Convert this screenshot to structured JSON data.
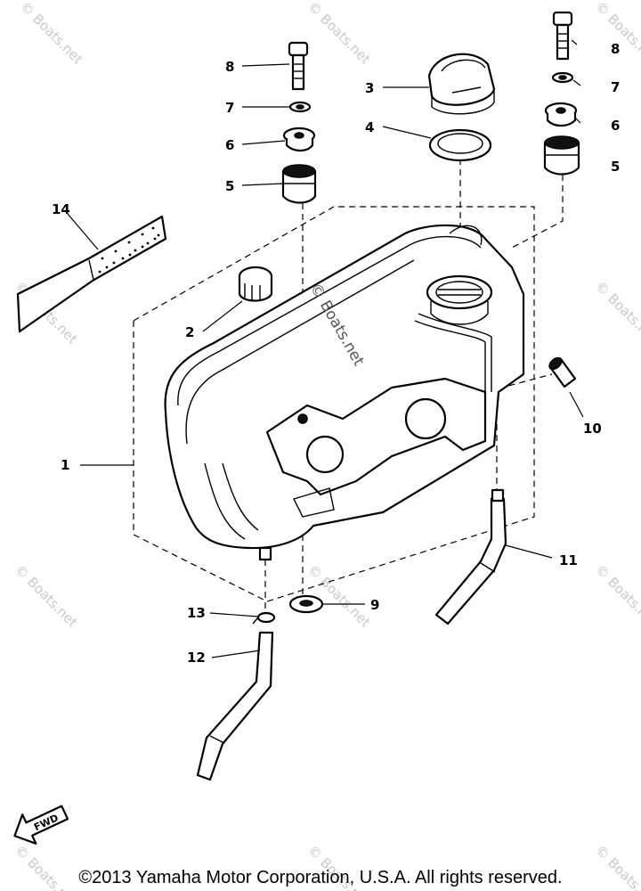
{
  "callouts": {
    "n1": "1",
    "n2": "2",
    "n3": "3",
    "n4": "4",
    "n5a": "5",
    "n5b": "5",
    "n6a": "6",
    "n6b": "6",
    "n7a": "7",
    "n7b": "7",
    "n8a": "8",
    "n8b": "8",
    "n9": "9",
    "n10": "10",
    "n11": "11",
    "n12": "12",
    "n13": "13",
    "n14": "14"
  },
  "fwd_label": "FWD",
  "watermark_text": "© Boats.net",
  "copyright": "©2013 Yamaha Motor Corporation, U.S.A. All rights reserved."
}
